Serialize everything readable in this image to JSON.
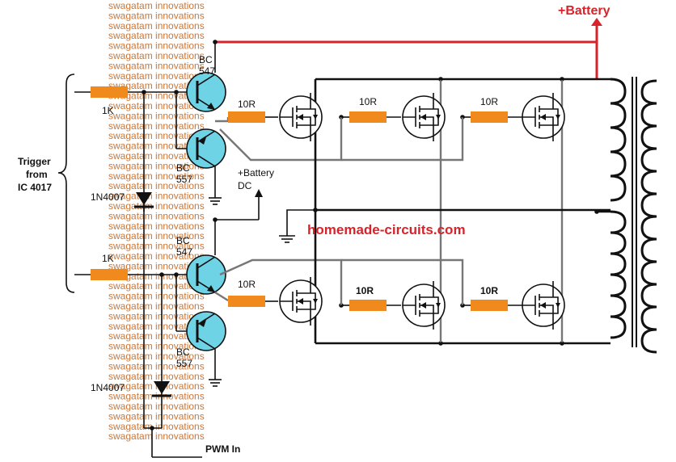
{
  "diagram": {
    "battery_top_label": "+Battery",
    "battery_dc_line1": "+Battery",
    "battery_dc_line2": "DC",
    "website": "homemade-circuits.com",
    "trigger_lines": [
      "Trigger",
      "from",
      "IC 4017"
    ],
    "watermark_text": "swagatam innovations",
    "pwm_label": "PWM In",
    "resistor_1k": "1K",
    "resistor_10r": "10R",
    "transistor_bc": "BC",
    "transistor_547": "547",
    "transistor_557": "557",
    "diode_label": "1N4007",
    "colors": {
      "wire": "#111111",
      "gray_wire": "#777777",
      "battery_wire": "#d8232a",
      "resistor": "#f08a1c",
      "transistor": "#6fd3e6",
      "watermark": "#c9773a"
    }
  }
}
